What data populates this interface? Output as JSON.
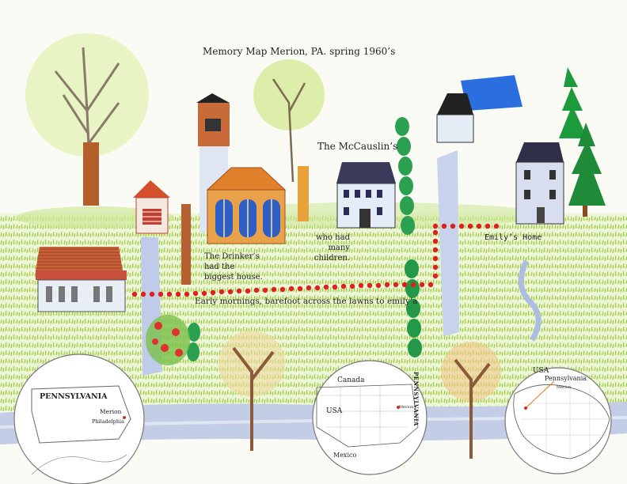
{
  "title": "Memory Map Merion, PA. spring 1960’s",
  "labels": {
    "mccauslins": "The McCauslin’s",
    "many_children": "who had many children.",
    "drinkers_1": "The Drinker’s",
    "drinkers_2": "had the",
    "drinkers_3": "biggest house.",
    "emilys_home": "Emily’s Home",
    "mornings": "Early mornings, barefoot across the lawns to emily’a"
  },
  "inset_maps": {
    "pennsylvania": {
      "state": "PENNSYLVANIA",
      "merion": "Merion",
      "philadelphia": "Philadelphia"
    },
    "north_america": {
      "canada": "Canada",
      "usa": "USA",
      "mexico": "Mexico",
      "merion": "Merion",
      "pennsylvania": "PENNSYLVANIA"
    },
    "world": {
      "usa": "USA",
      "pennsylvania": "Pennsylvania",
      "merion": "Merion"
    }
  },
  "colors": {
    "path_dots": "#e02020",
    "road": "#b8c4e0",
    "grass": "#9cd34a",
    "sky_roof": "#2a6ee0"
  }
}
